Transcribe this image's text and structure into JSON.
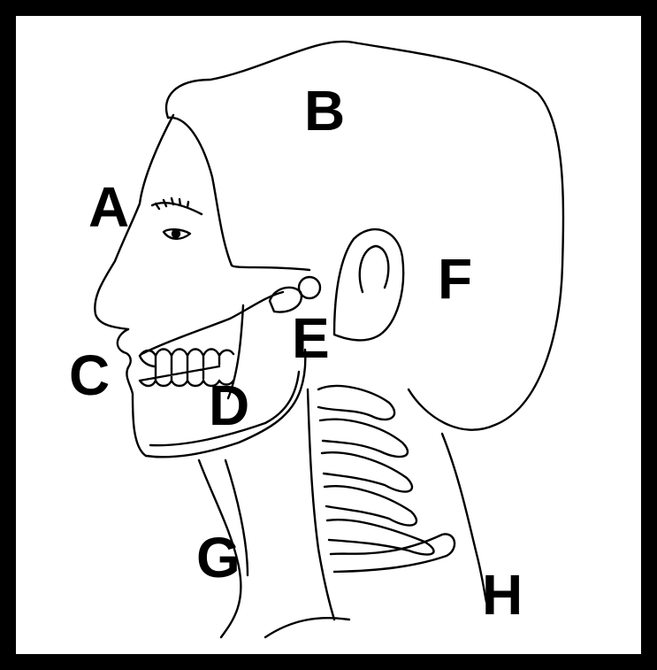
{
  "labels": {
    "a": "A",
    "b": "B",
    "c": "C",
    "d": "D",
    "e": "E",
    "f": "F",
    "g": "G",
    "h": "H"
  },
  "colors": {
    "ink": "#000000",
    "paper": "#ffffff"
  }
}
